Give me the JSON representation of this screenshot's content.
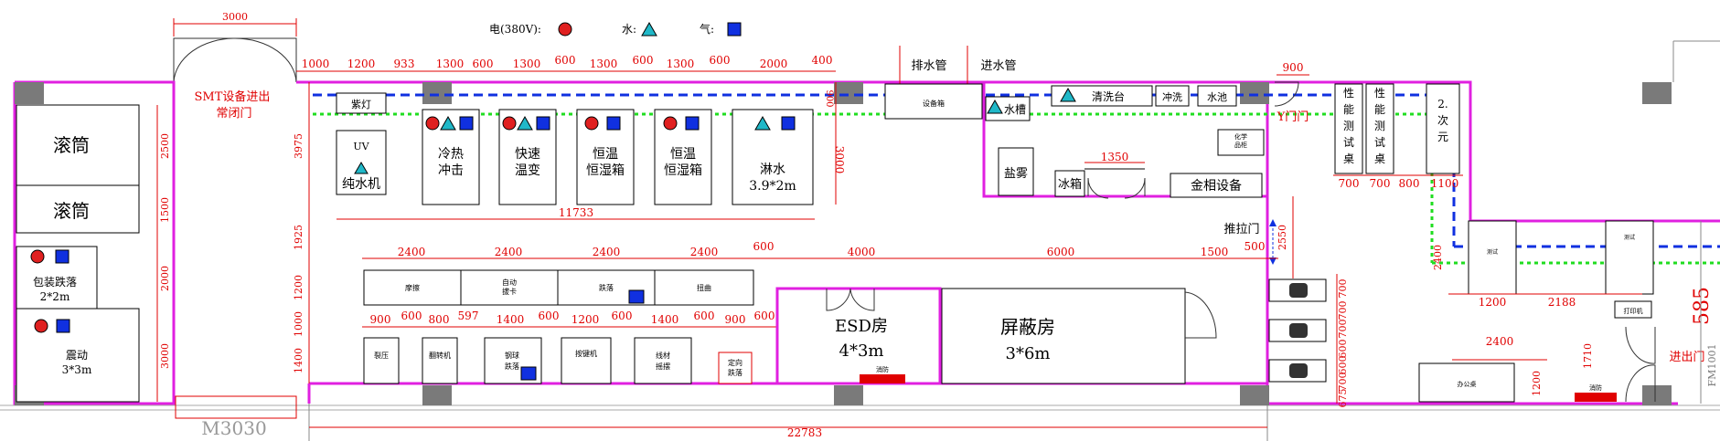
{
  "legend": {
    "power_label": "电(380V):",
    "water_label": "水:",
    "air_label": "气:",
    "power_color": "#e02020",
    "water_color": "#20b8c8",
    "air_color": "#1030e0"
  },
  "top_dims": [
    "3000",
    "1000",
    "1200",
    "933",
    "1300",
    "600",
    "1300",
    "600",
    "1300",
    "600",
    "1300",
    "600",
    "2000",
    "400"
  ],
  "left_dims": [
    "3975",
    "1925",
    "1200",
    "1000",
    "1400"
  ],
  "left_zone": {
    "dims": [
      "2500",
      "1500",
      "2000",
      "3000"
    ],
    "rooms": [
      "滚筒",
      "滚筒",
      "包装跌落\n2*2m",
      "震动\n3*3m"
    ]
  },
  "smt_door": "SMT设备进出\n常闭门",
  "door_code": "M3030",
  "row1": {
    "rooms": [
      "紫灯",
      "UV",
      "纯水机",
      "冷热\n冲击",
      "快速\n温变",
      "恒温\n恒湿箱",
      "恒温\n恒湿箱",
      "淋水\n3.9*2m"
    ],
    "dim_total": "11733",
    "dim_right": "3000",
    "dim_left_small": "900"
  },
  "pipes": {
    "drain": "排水管",
    "inlet": "进水管"
  },
  "right_upper": {
    "rooms": [
      "设备箱",
      "水槽",
      "清洗台",
      "冲洗",
      "水池",
      "化学\n品柜",
      "盐雾",
      "冰箱",
      "金相设备"
    ],
    "dim": "1350",
    "door": "推拉门",
    "door_dim": "2550"
  },
  "tables_row": {
    "dims": [
      "2400",
      "2400",
      "2400",
      "2400",
      "600"
    ],
    "labels": [
      "摩擦",
      "自动\n拔卡",
      "跌落",
      "扭曲"
    ]
  },
  "machines_row": {
    "dims": [
      "900",
      "600",
      "800",
      "597",
      "1400",
      "600",
      "1200",
      "600",
      "1400",
      "600",
      "900",
      "600"
    ],
    "labels": [
      "裂压",
      "翻转机",
      "钢球\n跌落",
      "按键机",
      "线材\n摇摆",
      "定向\n跌落"
    ]
  },
  "esd": {
    "title": "ESD房",
    "size": "4*3m",
    "dim": "4000",
    "tag": "消防"
  },
  "shield": {
    "title": "屏蔽房",
    "size": "3*6m",
    "dim": "6000",
    "dim2": "1500",
    "dim3": "500"
  },
  "bottom_dim": "22783",
  "right_stack_dims": [
    "700",
    "700",
    "700",
    "600",
    "600",
    "700",
    "675"
  ],
  "far_right": {
    "rooms": [
      "性\n能\n测\n试\n桌",
      "性\n能\n测\n试\n桌",
      "2.\n次\n元"
    ],
    "door_dim": "900",
    "door_label": "Y门门",
    "dims": [
      "700",
      "700",
      "800",
      "1100"
    ],
    "lower_dims": [
      "1200",
      "2188",
      "2400",
      "2400",
      "1710",
      "1200"
    ],
    "boxes": [
      "测试",
      "测试",
      "打印机",
      "办公桌"
    ],
    "exit": "进出门",
    "tag": "消防",
    "partial_text": "585",
    "fm_code": "FM1001"
  }
}
